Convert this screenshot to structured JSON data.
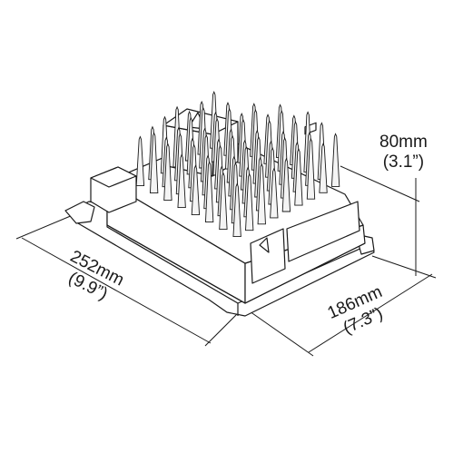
{
  "dimensions": {
    "height": {
      "metric": "80mm",
      "imperial": "(3.1”)"
    },
    "length": {
      "metric": "252mm",
      "imperial": "(9.9”)"
    },
    "width": {
      "metric": "186mm",
      "imperial": "(7.3”)"
    }
  },
  "colors": {
    "line": "#1a1a1a",
    "body": "#ffffff",
    "fin": "#f4f4f4"
  },
  "fin_grid": {
    "rows": 9,
    "cols": 8
  }
}
